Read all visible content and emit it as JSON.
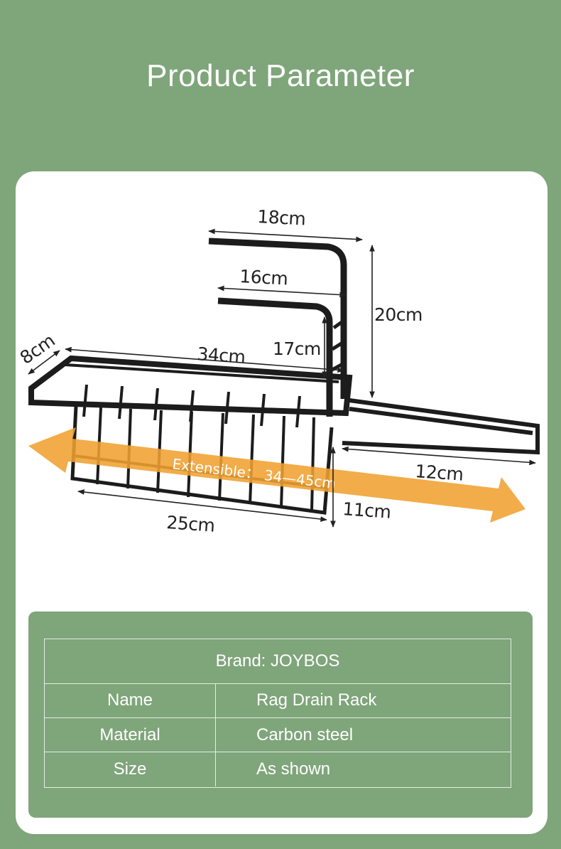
{
  "title": "Product Parameter",
  "diagram": {
    "dims": {
      "top_arm": "18cm",
      "mid_arm": "16cm",
      "height_total": "20cm",
      "height_inner": "17cm",
      "depth": "8cm",
      "length_top": "34cm",
      "length_bottom": "25cm",
      "basket_height": "11cm",
      "extension": "12cm"
    },
    "extensible_label": "Extensible： 34—45cm",
    "colors": {
      "arrow": "#f0a030",
      "rack": "#1c1c1c",
      "line": "#222222"
    }
  },
  "specs": {
    "brand": "Brand: JOYBOS",
    "rows": [
      {
        "label": "Name",
        "value": "Rag Drain Rack"
      },
      {
        "label": "Material",
        "value": "Carbon steel"
      },
      {
        "label": "Size",
        "value": "As shown"
      }
    ]
  }
}
